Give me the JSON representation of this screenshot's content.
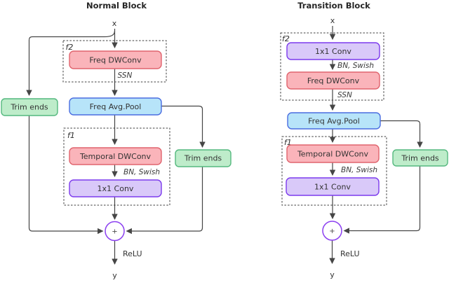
{
  "colors": {
    "pink_fill": "#fab4ba",
    "pink_stroke": "#e0646e",
    "purple_fill": "#d9c9f9",
    "purple_stroke": "#7c3aed",
    "blue_fill": "#b7e4f9",
    "blue_stroke": "#4a6de0",
    "green_fill": "#beecca",
    "green_stroke": "#54b87e",
    "line_color": "#454545",
    "dash_color": "#3c3c3c",
    "text_color": "#333333",
    "circle_stroke": "#8b3ff0"
  },
  "normal": {
    "title": "Normal Block",
    "x_label": "x",
    "f2_label": "f2",
    "freq_dwconv": "Freq DWConv",
    "ssn": "SSN",
    "freq_avg_pool": "Freq Avg.Pool",
    "trim_left": "Trim ends",
    "f1_label": "f1",
    "temporal_dwconv": "Temporal DWConv",
    "bn_swish": "BN, Swish",
    "conv1x1": "1x1 Conv",
    "trim_right": "Trim ends",
    "plus": "+",
    "relu": "ReLU",
    "y_label": "y"
  },
  "transition": {
    "title": "Transition Block",
    "x_label": "x",
    "f2_label": "f2",
    "conv1x1_a": "1x1 Conv",
    "bn_swish_a": "BN, Swish",
    "freq_dwconv": "Freq DWConv",
    "ssn": "SSN",
    "freq_avg_pool": "Freq Avg.Pool",
    "f1_label": "f1",
    "temporal_dwconv": "Temporal DWConv",
    "bn_swish_b": "BN, Swish",
    "conv1x1_b": "1x1 Conv",
    "trim_right": "Trim ends",
    "plus": "+",
    "relu": "ReLU",
    "y_label": "y"
  }
}
